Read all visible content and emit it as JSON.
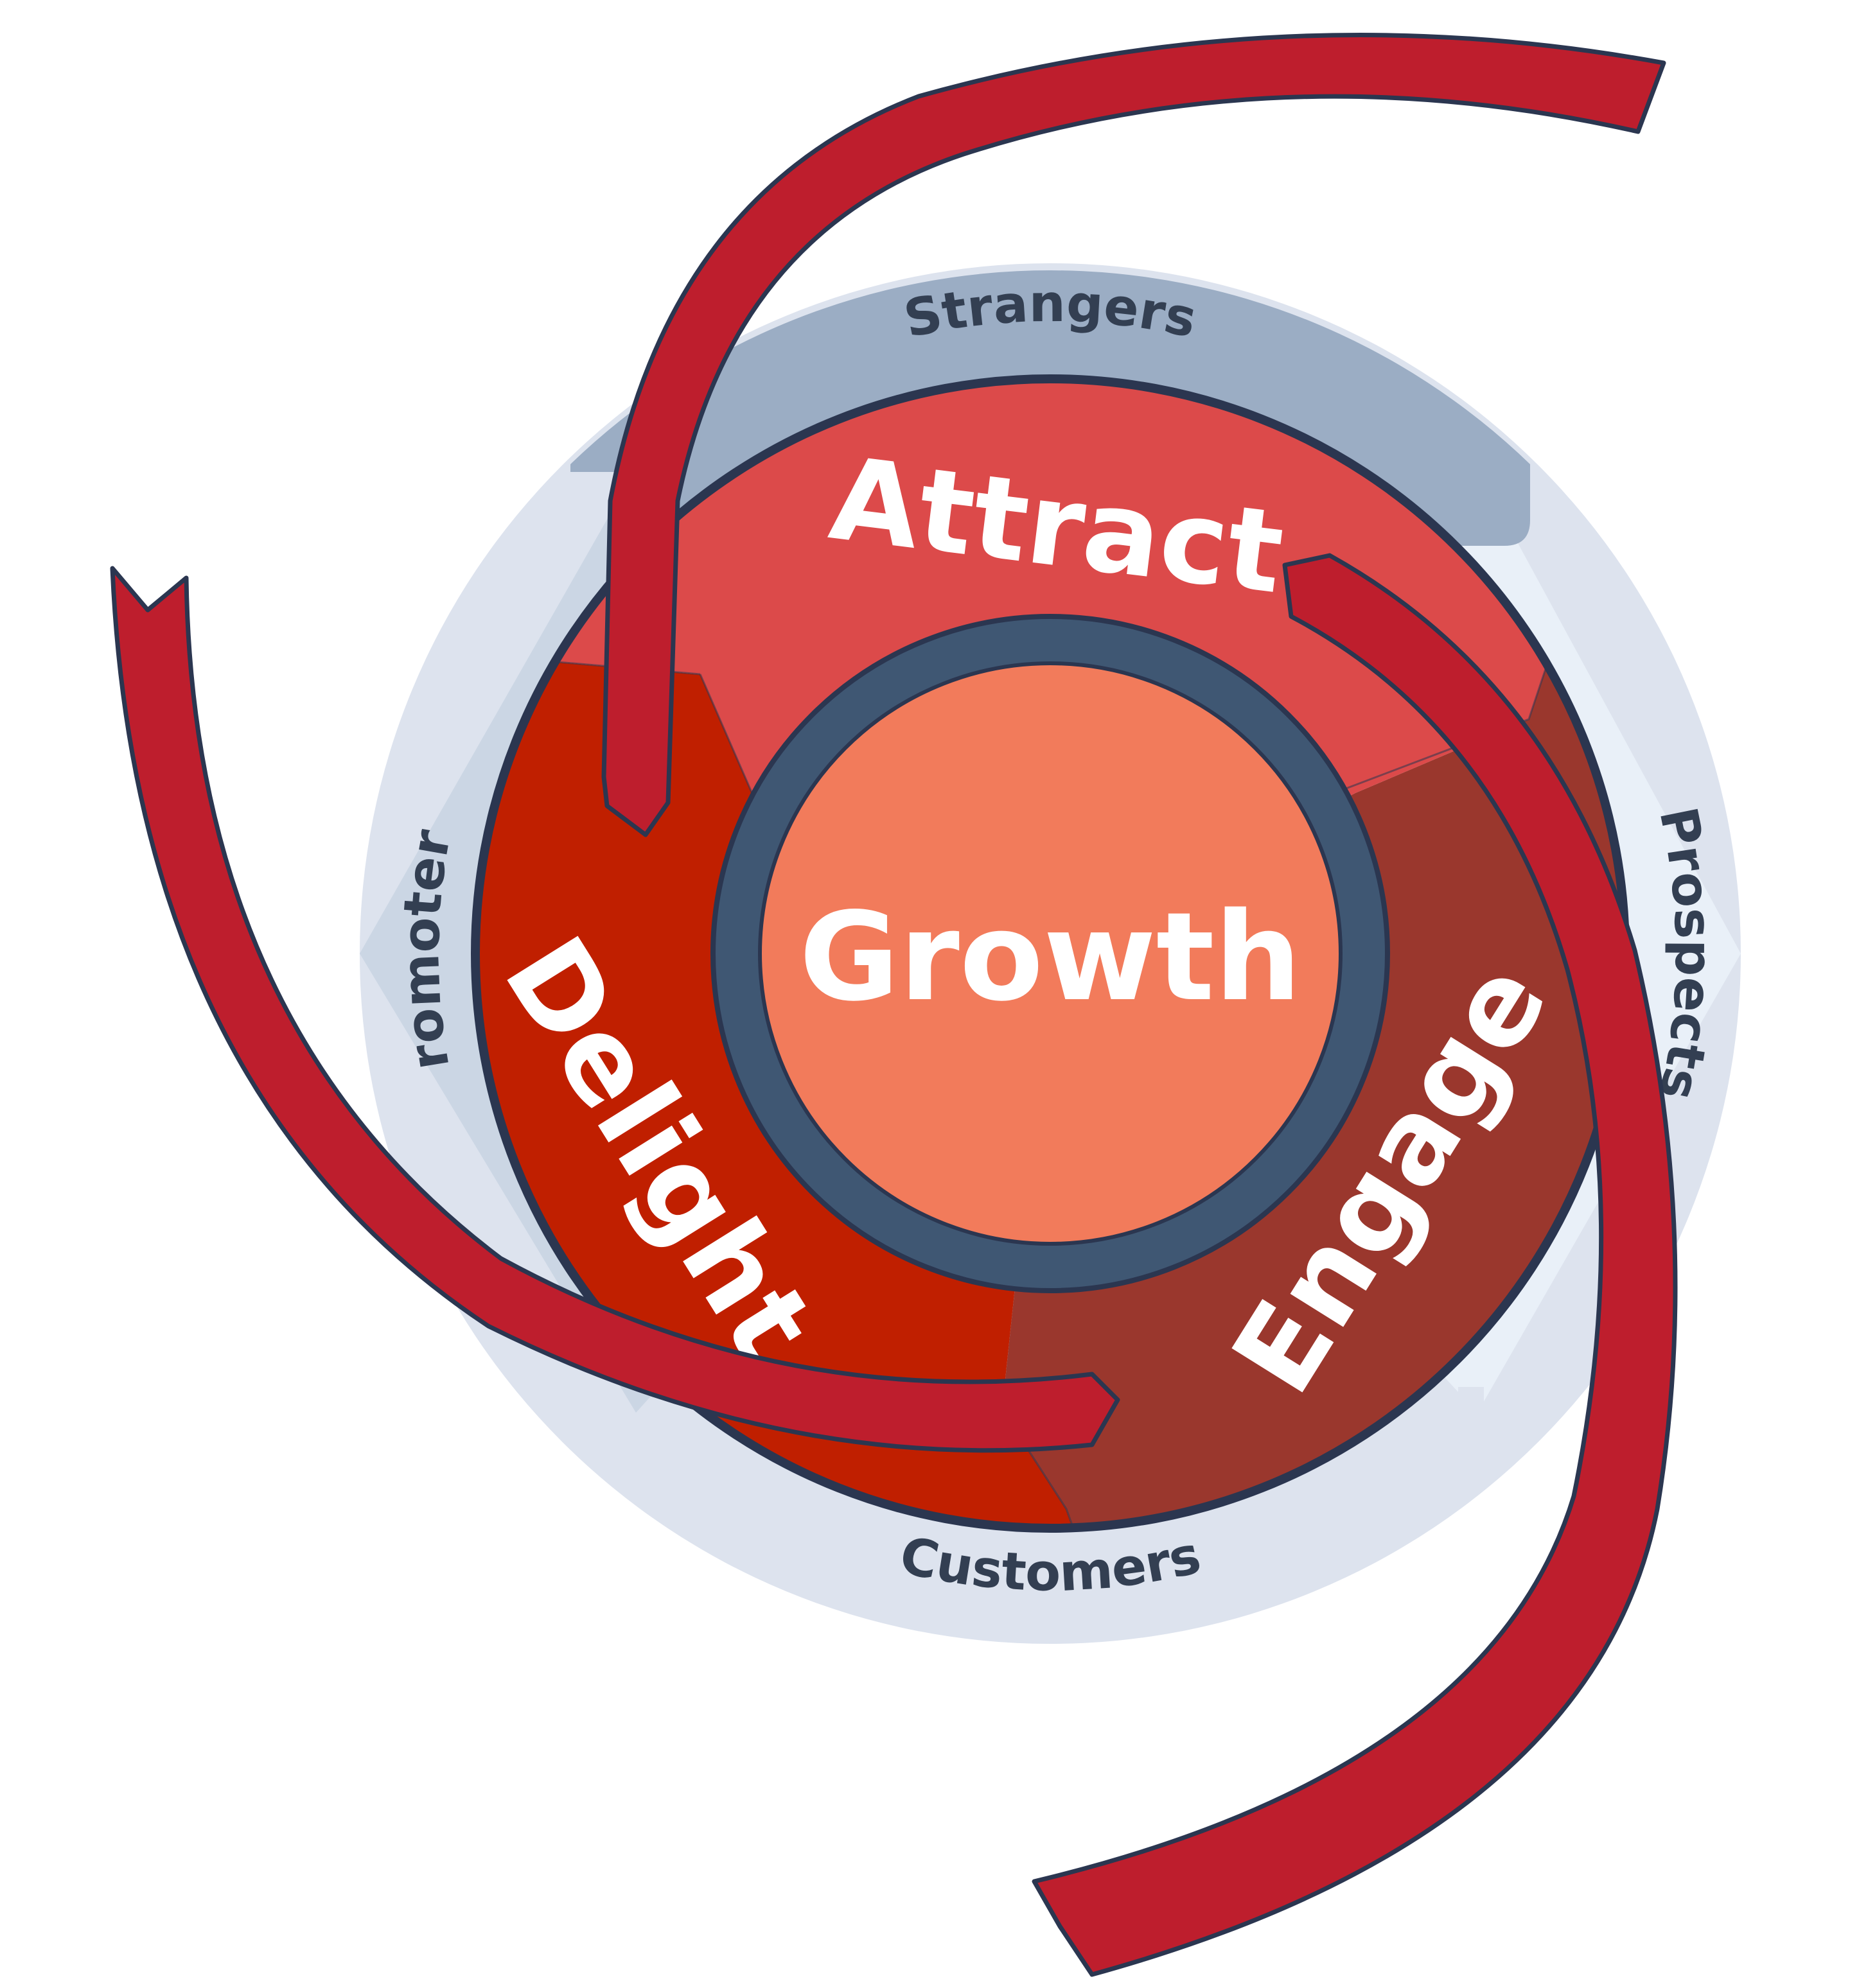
{
  "center": {
    "label": "Growth",
    "color": "#f27b5b",
    "ring_color": "#3f5773"
  },
  "stages": [
    {
      "id": "attract",
      "label": "Attract",
      "color": "#dc4a4a"
    },
    {
      "id": "engage",
      "label": "Engage",
      "color": "#9a372d"
    },
    {
      "id": "delight",
      "label": "Delight",
      "color": "#c01f00"
    }
  ],
  "outer_ring": [
    {
      "id": "strangers",
      "label": "Strangers",
      "color": "#9badc4"
    },
    {
      "id": "prospects",
      "label": "Prospects",
      "color": "#e9f0f8"
    },
    {
      "id": "customers",
      "label": "Customers",
      "color": "#dde3ee"
    },
    {
      "id": "promoters",
      "label": "Promoters",
      "color": "#cbd6e4"
    }
  ],
  "colors": {
    "arrow": "#be1e2d",
    "outline": "#2b3650"
  }
}
